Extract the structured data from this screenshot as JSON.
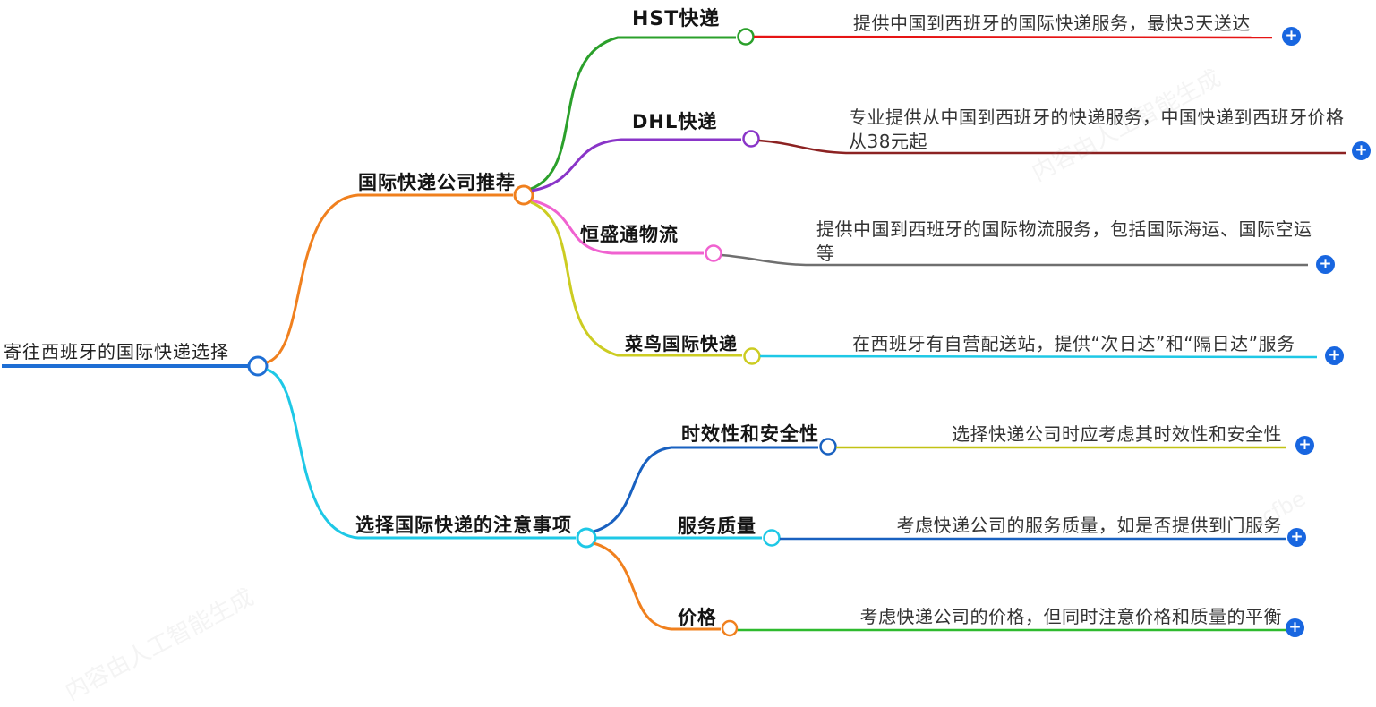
{
  "root": {
    "label": "寄往西班牙的国际快递选择",
    "color": "#1e6ed4"
  },
  "branches": [
    {
      "label": "国际快递公司推荐",
      "color": "#f0801e",
      "children": [
        {
          "label": "HST快递",
          "color": "#2ba02b",
          "leaf": {
            "text": "提供中国到西班牙的国际快递服务，最快3天送达",
            "color": "#e61414"
          }
        },
        {
          "label": "DHL快递",
          "color": "#8a35c8",
          "leaf": {
            "text": "专业提供从中国到西班牙的快递服务，中国快递到西班牙价格从38元起",
            "color": "#8c2222"
          }
        },
        {
          "label": "恒盛通物流",
          "color": "#f062d0",
          "leaf": {
            "text": "提供中国到西班牙的国际物流服务，包括国际海运、国际空运等",
            "color": "#6f6f6f"
          }
        },
        {
          "label": "菜鸟国际快递",
          "color": "#cccc22",
          "leaf": {
            "text": "在西班牙有自营配送站，提供“次日达”和“隔日达”服务",
            "color": "#1ec8e6"
          }
        }
      ]
    },
    {
      "label": "选择国际快递的注意事项",
      "color": "#1ec8e6",
      "children": [
        {
          "label": "时效性和安全性",
          "color": "#1961c0",
          "leaf": {
            "text": "选择快递公司时应考虑其时效性和安全性",
            "color": "#c2c214"
          }
        },
        {
          "label": "服务质量",
          "color": "#1ec8e6",
          "leaf": {
            "text": "考虑快递公司的服务质量，如是否提供到门服务",
            "color": "#1961c0"
          }
        },
        {
          "label": "价格",
          "color": "#f0801e",
          "leaf": {
            "text": "考虑快递公司的价格，但同时注意价格和质量的平衡",
            "color": "#2eba2e"
          }
        }
      ]
    }
  ],
  "ui": {
    "plus_glyph": "+",
    "plus_color": "#1866e0"
  },
  "watermarks": [
    "内容由人工智能生成",
    "eacfbe",
    "内容由人工智能生成"
  ]
}
